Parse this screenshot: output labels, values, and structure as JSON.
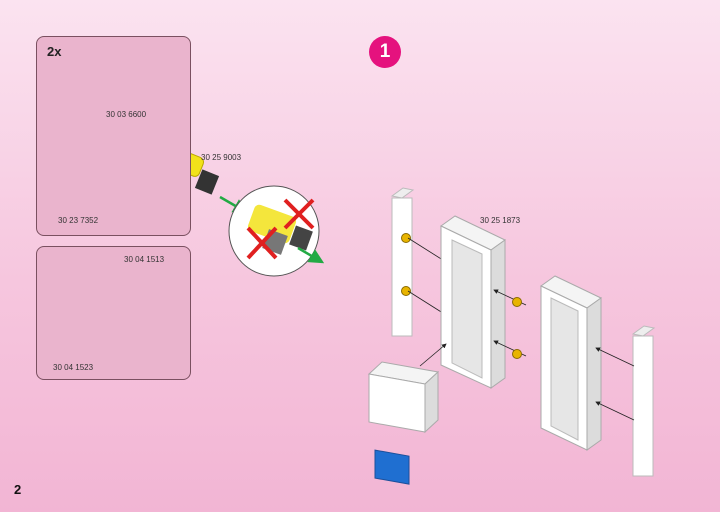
{
  "page": {
    "number": "2",
    "step": "1"
  },
  "panel_a": {
    "multiplier": "2x",
    "part_screw": "30 03 6600",
    "part_rail": "30 23 7352",
    "part_connector": "30 25 9003"
  },
  "panel_b": {
    "part_frame": "30 04 1513",
    "part_drawer": "30 04 1523"
  },
  "main": {
    "part_cabinet": "30 25 1873"
  },
  "colors": {
    "badge": "#e5127e",
    "panel": "#eab4cd",
    "screw": "#e8b400",
    "connector": "#f2e21a",
    "drawer": "#1f6fd1",
    "arrow_green": "#22aa44",
    "cross_red": "#e02020"
  }
}
